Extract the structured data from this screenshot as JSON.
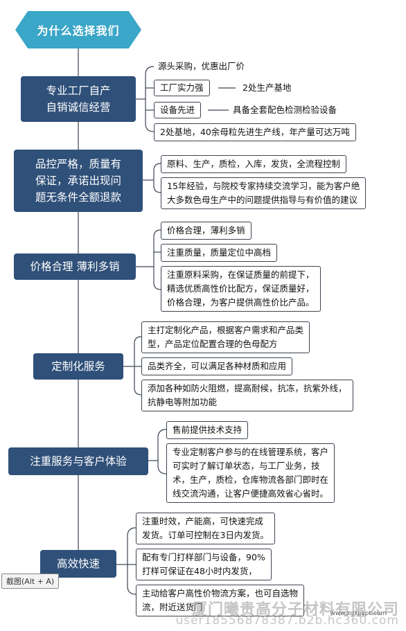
{
  "header": {
    "title": "为什么选择我们"
  },
  "topics": [
    {
      "lines": [
        "专业工厂自产",
        "自销诚信经营"
      ]
    },
    {
      "lines": [
        "品控严格，质量有",
        "保证，承诺出现问",
        "题无条件全额退款"
      ]
    },
    {
      "lines": [
        "价格合理 薄利多销"
      ]
    },
    {
      "lines": [
        "定制化服务"
      ]
    },
    {
      "lines": [
        "注重服务与客户体验"
      ]
    },
    {
      "lines": [
        "高效快速"
      ]
    }
  ],
  "leaves": {
    "t1": {
      "plain1": "源头采购，优惠出厂价",
      "box1": "工厂实力强",
      "plain2": "2处生产基地",
      "box2": "设备先进",
      "plain3": "具备全套配色检测检验设备",
      "box3": "2处基地，40余母粒先进生产线，年产量可达万吨"
    },
    "t2": {
      "box1": "原料、生产，质检，入库，发货，全流程控制",
      "box2": [
        "15年经验，与院校专家持续交流学习，能为客户绝",
        "大多数色母生产中的问题提供指导与有价值的建议"
      ]
    },
    "t3": {
      "box1": "价格合理，薄利多销",
      "box2": "注重质量，质量定位中高档",
      "box3": [
        "注重原料采购，在保证质量的前提下，",
        "精选优质高性价比配方，保证质量好，",
        "价格合理，为客户提供高性价比产品。"
      ]
    },
    "t4": {
      "box1": [
        "主打定制化产品，根据客户需求和产品类",
        "型，产品定位配置合理的色母配方"
      ],
      "box2": "品类齐全，可以满足各种材质和应用",
      "box3": [
        "添加各种如防火阻燃，提高耐候，抗冻，抗紫外线，",
        "抗静电等附加功能"
      ]
    },
    "t5": {
      "box1": "售前提供技术支持",
      "box2": [
        "专业定制客户参与的在线管理系统，客户",
        "可实时了解订单状态，与工厂业务，技",
        "术，生产，质检，仓库物流各部门即时在",
        "线交流沟通，让客户便捷高效省心省时。"
      ]
    },
    "t6": {
      "box1": [
        "注重时效，产能高，可快速完成",
        "发货。订单可控制在3日内发货。"
      ],
      "box2": [
        "配有专门打样部门与设备，90%",
        "打样可保证在48小时内发货，"
      ],
      "box3": [
        "主动给客户高性价物流方案，也可自选物",
        "流，附近送货门"
      ]
    }
  },
  "overlay": {
    "tooltip": "截图(Alt + A)",
    "watermark_company": "厦门曦贵高分子材料有限公司",
    "watermark_url": "user18556878387.b2b.hc360.com",
    "watermark_small": "www.zgxjjypt.com"
  }
}
